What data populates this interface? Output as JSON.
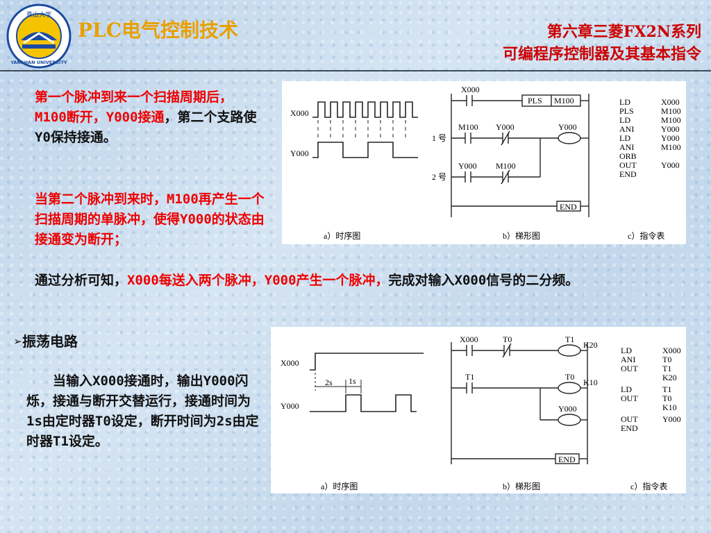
{
  "header": {
    "title": "PLC电气控制技术",
    "chapter_line1": "第六章三菱FX2N系列",
    "chapter_line2": "可编程序控制器及其基本指令",
    "logo_top_text": "燕山大学",
    "logo_ring_text": "YANSHAN UNIVERSITY"
  },
  "section1": {
    "p1_red": "第一个脉冲到来一个扫描周期后，M100断开，Y000接通",
    "p1_black": "，第二个支路使Y0保持接通。",
    "p2_red": "当第二个脉冲到来时，M100再产生一个扫描周期的单脉冲，使得Y000的状态由接通变为断开；",
    "p3_black_a": "通过分析可知，",
    "p3_red": "X000每送入两个脉冲，Y000产生一个脉冲，",
    "p3_black_b": "完成对输入X000信号的二分频。"
  },
  "section2": {
    "bullet_marker": "➢",
    "heading": "振荡电路",
    "body": "当输入X000接通时，输出Y000闪烁，接通与断开交替运行，接通时间为1s由定时器T0设定，断开时间为2s由定时器T1设定。"
  },
  "fig1": {
    "timing": {
      "sig1": "X000",
      "sig2": "Y000",
      "caption": "a）时序图"
    },
    "ladder": {
      "caption": "b）梯形图",
      "rung1_contact": "X000",
      "pls": "PLS",
      "pls_op": "M100",
      "branch1_label": "1 号",
      "branch2_label": "2 号",
      "b1_c1": "M100",
      "b1_c2": "Y000",
      "coil": "Y000",
      "b2_c1": "Y000",
      "b2_c2": "M100",
      "end": "END"
    },
    "instructions": {
      "caption": "c）指令表",
      "rows": [
        [
          "LD",
          "X000"
        ],
        [
          "PLS",
          "M100"
        ],
        [
          "LD",
          "M100"
        ],
        [
          "ANI",
          "Y000"
        ],
        [
          "LD",
          "Y000"
        ],
        [
          "ANI",
          "M100"
        ],
        [
          "ORB",
          ""
        ],
        [
          "OUT",
          "Y000"
        ],
        [
          "END",
          ""
        ]
      ]
    }
  },
  "fig2": {
    "timing": {
      "sig1": "X000",
      "sig2": "Y000",
      "t1": "2s",
      "t2": "1s",
      "caption": "a）时序图"
    },
    "ladder": {
      "caption": "b）梯形图",
      "r1_c1": "X000",
      "r1_c2": "T0",
      "r1_coil": "T1",
      "r1_k": "K20",
      "r2_c1": "T1",
      "r2_coil": "T0",
      "r2_k": "K10",
      "r2_coil2": "Y000",
      "end": "END"
    },
    "instructions": {
      "caption": "c）指令表",
      "rows": [
        [
          "LD",
          "X000"
        ],
        [
          "ANI",
          "T0"
        ],
        [
          "OUT",
          "T1"
        ],
        [
          "",
          "K20"
        ],
        [
          "LD",
          "T1"
        ],
        [
          "OUT",
          "T0"
        ],
        [
          "",
          "K10"
        ],
        [
          "OUT",
          "Y000"
        ],
        [
          "END",
          ""
        ]
      ]
    }
  }
}
